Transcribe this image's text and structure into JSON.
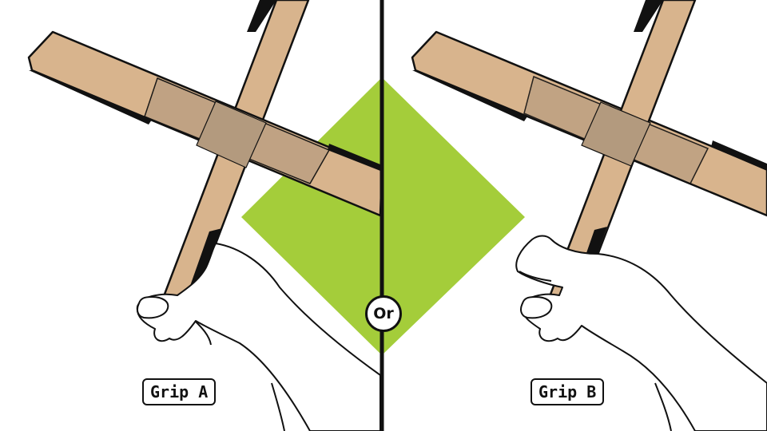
{
  "labels": {
    "grip_a": "Grip A",
    "grip_b": "Grip B",
    "separator": "Or"
  },
  "colors": {
    "background": "#ffffff",
    "accent_diamond": "#a4cd3a",
    "cardboard": "#d8b48d",
    "cardboard_overlap": "#bfa283",
    "outline": "#111111"
  }
}
